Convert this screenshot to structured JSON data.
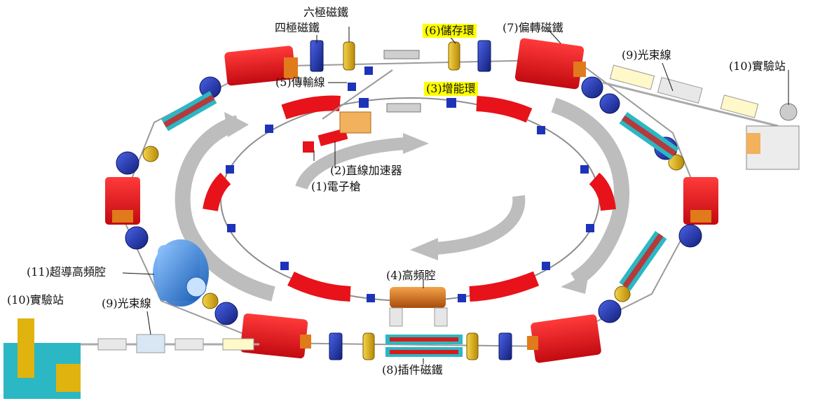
{
  "labels": {
    "electron_gun": "(1)電子槍",
    "linac": "(2)直線加速器",
    "booster_ring": "(3)增能環",
    "rf_cavity": "(4)高頻腔",
    "transfer_line": "(5)傳輸線",
    "storage_ring": "(6)儲存環",
    "bending_magnet": "(7)偏轉磁鐵",
    "insertion_device": "(8)插件磁鐵",
    "beamline_right": "(9)光束線",
    "beamline_left": "(9)光束線",
    "end_station_right": "(10)實驗站",
    "end_station_left": "(10)實驗站",
    "sc_rf_cavity": "(11)超導高頻腔",
    "sextupole": "六極磁鐵",
    "quadrupole": "四極磁鐵"
  },
  "colors": {
    "dipole_red": "#e8121a",
    "dipole_dark_red": "#a50a0f",
    "quad_blue": "#1d33b8",
    "sextupole_yellow": "#e0b30f",
    "id_cyan": "#2bb7c4",
    "highlight": "#ffff00",
    "arrow_gray": "#b9b9b9",
    "rf_orange": "#d7741c",
    "sc_blue": "#3f8fe0"
  },
  "icons": [
    "dipole-magnet-icon",
    "quadrupole-magnet-icon",
    "sextupole-magnet-icon",
    "undulator-icon",
    "vacuum-chamber-icon",
    "rf-cavity-icon",
    "cryostat-icon",
    "end-station-icon"
  ]
}
